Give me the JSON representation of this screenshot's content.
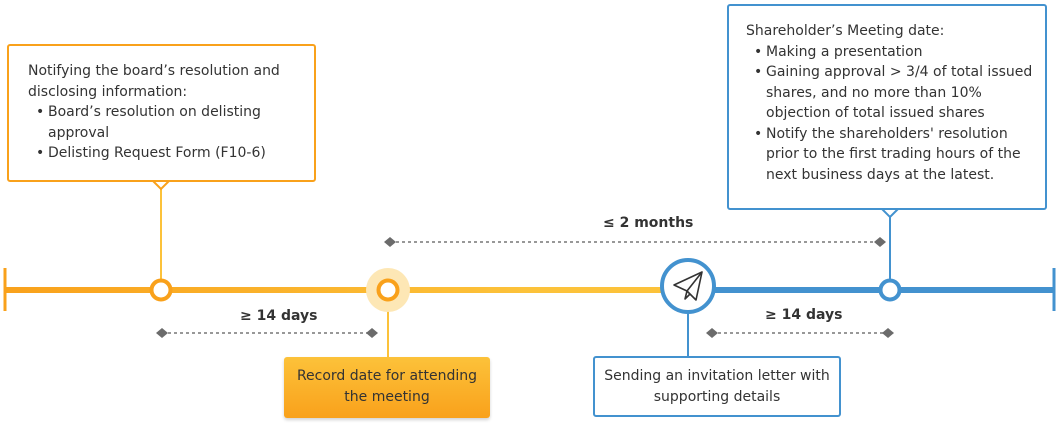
{
  "board_box": {
    "heading": "Notifying the board’s resolution and disclosing information:",
    "items": [
      "Board’s resolution on delisting approval",
      "Delisting Request Form (F10-6)"
    ]
  },
  "meeting_box": {
    "heading": "Shareholder’s Meeting date:",
    "items": [
      "Making a presentation",
      "Gaining approval > 3/4 of total issued shares, and no more than 10% objection of total issued shares",
      "Notify the shareholders' resolution prior to the first trading hours of the next business days at the latest."
    ]
  },
  "record_box": {
    "label": "Record date for attending the meeting"
  },
  "invite_box": {
    "label": "Sending an invitation letter with supporting details"
  },
  "intervals": {
    "two_months": "≤ 2 months",
    "fourteen_days_before": "≥ 14 days",
    "fourteen_days_after": "≥ 14 days"
  },
  "colors": {
    "orange": "#f9a11b",
    "yellow": "#fcc23a",
    "blue": "#4392cf",
    "dotted": "#777777"
  },
  "icons": {
    "invite": "paper-plane-icon"
  }
}
